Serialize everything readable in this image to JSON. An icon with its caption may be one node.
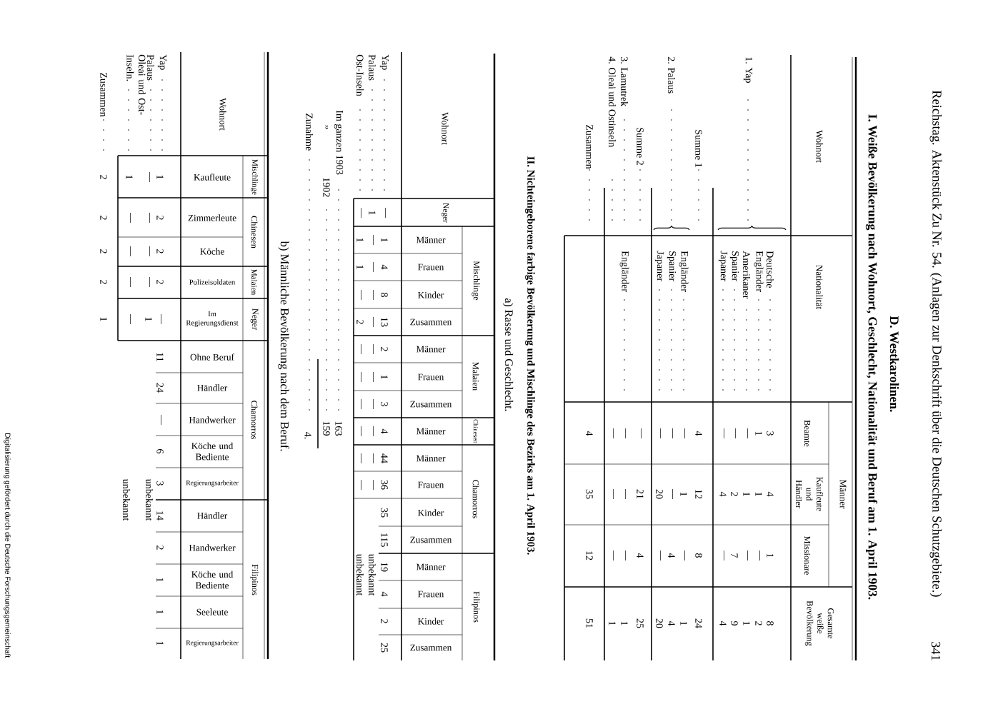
{
  "diagram": {
    "labels": [
      "Reichstag. Aktenstück Zu Nr. 54. (Anlagen zur Denkschrift über die Deutschen Schutzgebiete.)",
      "341",
      "D. Westkarolinen.",
      "I. Weiße Bevölkerung nach Wohnort, Geschlecht, Nationalität und Beruf am 1. April 1903.",
      "Wohnort",
      "Nationalität",
      "Männer",
      "Beamte",
      "Kaufleute und Händler",
      "Missionare",
      "Gesamte weiße Bevölkerung",
      "1. Yap",
      "Deutsche",
      "3",
      "4",
      "1",
      "8",
      "Engländer",
      "1",
      "1",
      "—",
      "2",
      "Amerikaner",
      "—",
      "1",
      "—",
      "1",
      "Spanier",
      "—",
      "2",
      "7",
      "9",
      "Japaner",
      "—",
      "4",
      "—",
      "4",
      "Summe 1",
      "4",
      "12",
      "8",
      "24",
      "2. Palaus",
      "Engländer",
      "—",
      "1",
      "—",
      "1",
      "Spanier",
      "—",
      "—",
      "4",
      "4",
      "Japaner",
      "—",
      "20",
      "—",
      "20",
      "Summe 2",
      "—",
      "21",
      "4",
      "25",
      "3. Lamutrek",
      "Engländer",
      "—",
      "—",
      "—",
      "1",
      "4. Oleai und Ostinseln",
      "—",
      "—",
      "—",
      "1",
      "Zusammen",
      "4",
      "35",
      "12",
      "51",
      "II. Nichteingeborene farbige Bevölkerung und Mischlinge des Bezirks am 1. April 1903.",
      "a) Rasse und Geschlecht.",
      "Wohnort",
      "Neger",
      "Mischlinge",
      "Männer",
      "Frauen",
      "Kinder",
      "Zusammen",
      "Malaien",
      "Männer",
      "Frauen",
      "Zusammen",
      "Chinesen",
      "Männer",
      "Chamorros",
      "Männer",
      "Frauen",
      "Kinder",
      "Zusammen",
      "Filipinos",
      "Männer",
      "Frauen",
      "Kinder",
      "Zusammen",
      "Yap",
      "—",
      "1",
      "4",
      "8",
      "13",
      "2",
      "1",
      "3",
      "4",
      "44",
      "36",
      "35",
      "115",
      "19",
      "4",
      "2",
      "25",
      "Palaus",
      "1",
      "—",
      "—",
      "—",
      "—",
      "—",
      "—",
      "—",
      "—",
      "—",
      "—",
      "unbekannt",
      "Ost-Inseln",
      "—",
      "1",
      "1",
      "—",
      "2",
      "—",
      "—",
      "—",
      "—",
      "—",
      "—",
      "unbekannt",
      "Im ganzen 1903",
      "163",
      "„",
      "1902",
      "159",
      "Zunahme",
      "4.",
      "b) Männliche Bevölkerung nach dem Beruf.",
      "Wohnort",
      "Mischlinge",
      "Kaufleute",
      "Chinesen",
      "Zimmerleute",
      "Köche",
      "Malaien",
      "Polizeisoldaten",
      "Neger",
      "Im Regierungsdienst",
      "Chamorros",
      "Ohne Beruf",
      "Händler",
      "Handwerker",
      "Köche und Bediente",
      "Regierungsarbeiter",
      "Filipinos",
      "Händler",
      "Handwerker",
      "Köche und Bediente",
      "Seeleute",
      "Regierungsarbeiter",
      "Yap",
      "1",
      "2",
      "2",
      "2",
      "—",
      "11",
      "24",
      "—",
      "6",
      "3",
      "14",
      "2",
      "1",
      "1",
      "1",
      "Palaus",
      "—",
      "—",
      "—",
      "—",
      "1",
      "unbekannt",
      "Oleai und Ost-Inseln.",
      "1",
      "—",
      "—",
      "—",
      "—",
      "unbekannt",
      "Zusammen",
      "2",
      "2",
      "2",
      "2",
      "1",
      "Digitalisierung gefördert durch die Deutsche Forschungsgemeinschaft"
    ]
  }
}
